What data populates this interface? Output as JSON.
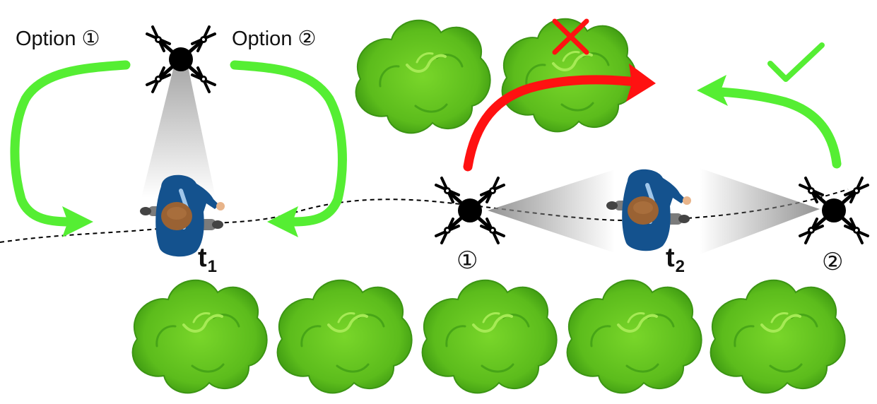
{
  "labels": {
    "option1": "Option ①",
    "option2": "Option ②",
    "pos1": "①",
    "pos2": "②",
    "t1_main": "t",
    "t1_sub": "1",
    "t2_main": "t",
    "t2_sub": "2"
  },
  "icons": {
    "drone": "quadcopter-drone-icon",
    "person": "walking-person-icon",
    "tree": "tree-canopy-icon",
    "reject": "red-cross-icon",
    "accept": "green-check-icon"
  },
  "colors": {
    "green_arrow": "#55ee33",
    "red_arrow": "#ff1111",
    "tree_fill": "#5cbc1c",
    "tree_dark": "#2f8d10",
    "tree_light": "#8fdc3a",
    "drone": "#000000",
    "person_shirt": "#14528e",
    "person_hair": "#9a6233"
  }
}
